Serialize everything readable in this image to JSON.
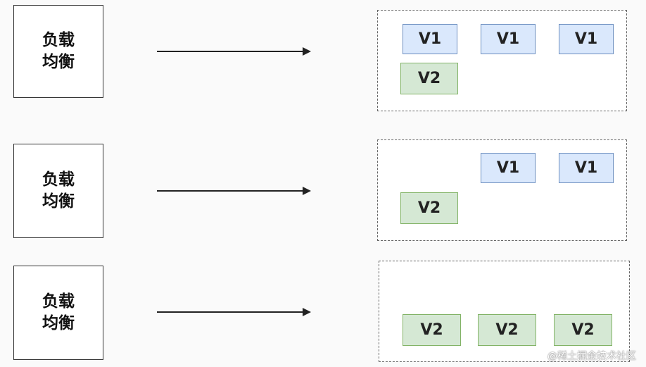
{
  "rows": [
    {
      "balancer_label": "负载均衡",
      "instances": [
        "V1",
        "V1",
        "V1",
        "V2"
      ]
    },
    {
      "balancer_label": "负载均衡",
      "instances": [
        "V1",
        "V1",
        "V2"
      ]
    },
    {
      "balancer_label": "负载均衡",
      "instances": [
        "V2",
        "V2",
        "V2"
      ]
    }
  ],
  "watermark": "@稀土掘金技术社区",
  "colors": {
    "v1_fill": "#dae8fc",
    "v1_border": "#6c8ebf",
    "v2_fill": "#d5e8d4",
    "v2_border": "#82b366"
  }
}
